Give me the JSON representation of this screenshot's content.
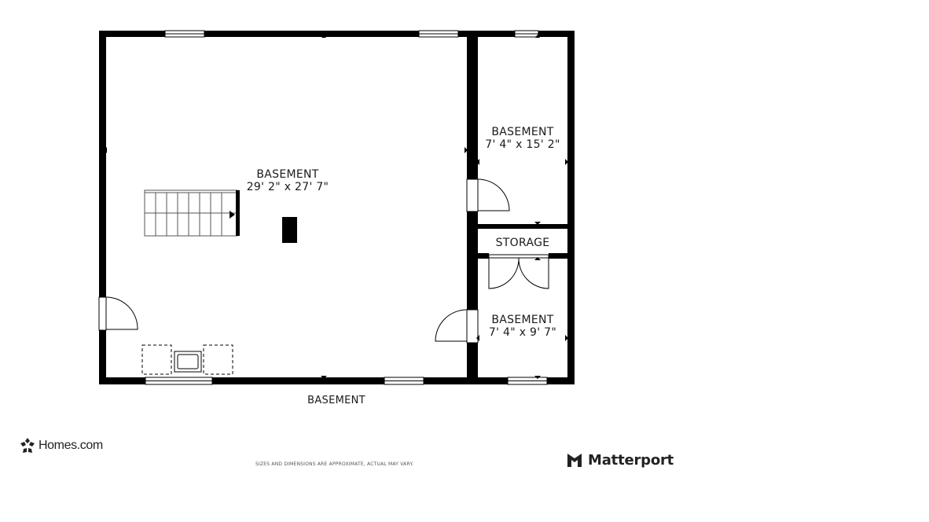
{
  "rooms": {
    "main": {
      "name": "BASEMENT",
      "dims": "29' 2\" x 27' 7\""
    },
    "upper_right": {
      "name": "BASEMENT",
      "dims": "7' 4\" x 15' 2\""
    },
    "storage": {
      "name": "STORAGE"
    },
    "lower_right": {
      "name": "BASEMENT",
      "dims": "7' 4\" x 9' 7\""
    }
  },
  "floor_label": "BASEMENT",
  "disclaimer": "SIZES AND DIMENSIONS ARE APPROXIMATE, ACTUAL MAY VARY.",
  "branding": {
    "homes": "Homes.com",
    "matterport": "Matterport"
  },
  "colors": {
    "wall": "#000000",
    "background": "#ffffff"
  }
}
